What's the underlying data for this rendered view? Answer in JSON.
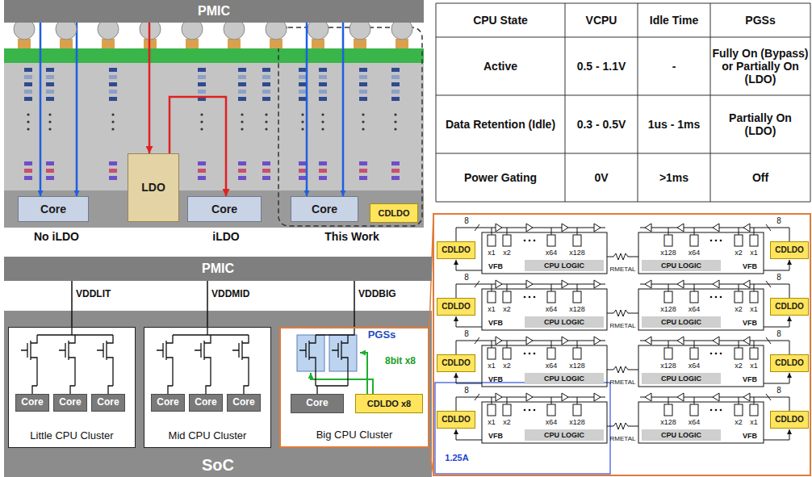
{
  "diagram": {
    "nodes": [
      {
        "text": [
          "PMIC"
        ]
      },
      {
        "text": [
          "Core"
        ]
      },
      {
        "text": [
          "LDO"
        ]
      },
      {
        "text": [
          "Core"
        ]
      },
      {
        "text": [
          "Core"
        ]
      },
      {
        "text": [
          "CDLDO"
        ]
      },
      {
        "text": [
          "PMIC"
        ]
      },
      {
        "text": [
          "SoC"
        ]
      },
      {
        "text": [
          "Little CPU Cluster"
        ],
        "in": 7
      },
      {
        "text": [
          "Core"
        ],
        "in": 8
      },
      {
        "text": [
          "Core"
        ],
        "in": 8
      },
      {
        "text": [
          "Core"
        ],
        "in": 8
      },
      {
        "text": [
          "Mid CPU Cluster"
        ],
        "in": 7
      },
      {
        "text": [
          "Core"
        ],
        "in": 12
      },
      {
        "text": [
          "Core"
        ],
        "in": 12
      },
      {
        "text": [
          "Core"
        ],
        "in": 12
      },
      {
        "text": [
          "Big CPU Cluster"
        ],
        "in": 7
      },
      {
        "text": [
          "Core"
        ],
        "in": 16
      },
      {
        "text": [
          "CDLDO x8"
        ],
        "in": 16
      },
      {
        "text": [
          "CDLDO"
        ]
      },
      {
        "text": [
          "CDLDO"
        ]
      },
      {
        "text": [
          "CDLDO"
        ]
      },
      {
        "text": [
          "CDLDO"
        ]
      },
      {
        "text": [
          "CDLDO"
        ]
      },
      {
        "text": [
          "CDLDO"
        ]
      },
      {
        "text": [
          "CDLDO"
        ]
      },
      {
        "text": [
          "CDLDO"
        ]
      }
    ],
    "edges": [
      {
        "from": 0,
        "to": 1,
        "arrow": "to"
      },
      {
        "from": 0,
        "to": 2,
        "arrow": "to"
      },
      {
        "from": 2,
        "to": 3,
        "arrow": "to"
      },
      {
        "from": 0,
        "to": 4,
        "arrow": "to"
      },
      {
        "from": 6,
        "to": 8,
        "arrow": "none",
        "label": "VDDLIT"
      },
      {
        "from": 6,
        "to": 12,
        "arrow": "none",
        "label": "VDDMID"
      },
      {
        "from": 6,
        "to": 16,
        "arrow": "none",
        "label": "VDDBIG"
      }
    ],
    "labels": [
      "No iLDO",
      "iLDO",
      "This Work",
      "CPU State",
      "VCPU",
      "Idle Time",
      "PGSs",
      "Active",
      "0.5 - 1.1V",
      "-",
      "Fully On (Bypass) or Partially On (LDO)",
      "Data Retention (Idle)",
      "0.3 - 0.5V",
      "1us - 1ms",
      "Partially On (LDO)",
      "Power Gating",
      "0V",
      ">1ms",
      "Off",
      "PGSs",
      "8bit x8",
      "8",
      "x1",
      "x2",
      "x64",
      "x128",
      "CPU LOGIC",
      "VFB",
      "8",
      "x1",
      "x2",
      "x64",
      "x128",
      "CPU LOGIC",
      "VFB",
      "8",
      "x1",
      "x2",
      "x64",
      "x128",
      "CPU LOGIC",
      "VFB",
      "8",
      "x1",
      "x2",
      "x64",
      "x128",
      "CPU LOGIC",
      "VFB",
      "8",
      "x1",
      "x2",
      "x64",
      "x128",
      "CPU LOGIC",
      "VFB",
      "8",
      "x1",
      "x2",
      "x64",
      "x128",
      "CPU LOGIC",
      "VFB",
      "8",
      "x1",
      "x2",
      "x64",
      "x128",
      "CPU LOGIC",
      "VFB",
      "8",
      "x1",
      "x2",
      "x64",
      "x128",
      "CPU LOGIC",
      "VFB",
      "RMETAL",
      "RMETAL",
      "RMETAL",
      "RMETAL",
      "1.25A"
    ]
  }
}
